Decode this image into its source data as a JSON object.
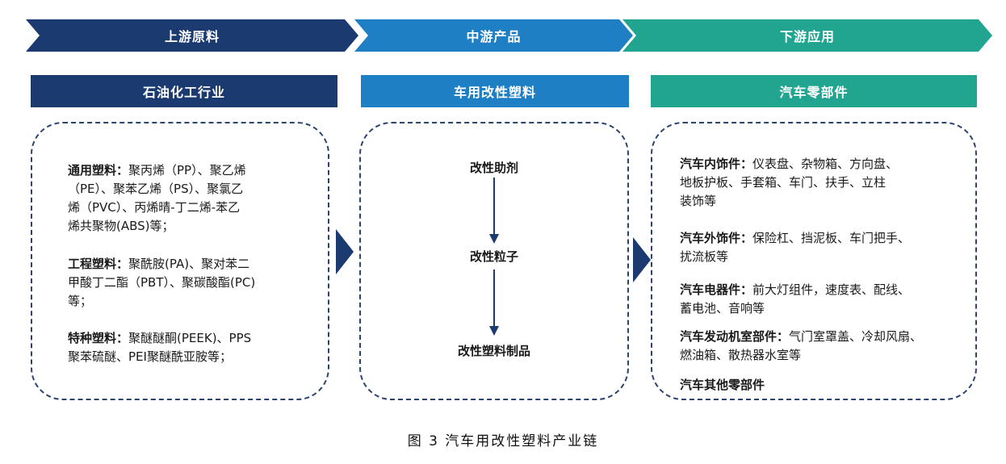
{
  "stages": {
    "upstream": "上游原料",
    "midstream": "中游产品",
    "downstream": "下游应用"
  },
  "headers": {
    "upstream": "石油化工行业",
    "midstream": "车用改性塑料",
    "downstream": "汽车零部件"
  },
  "upstream_items": [
    {
      "lead": "通用塑料：",
      "lines": [
        "聚丙烯（PP）、聚乙烯",
        "（PE）、聚苯乙烯（PS）、聚氯乙",
        "烯（PVC）、丙烯晴-丁二烯-苯乙",
        "烯共聚物(ABS)等；"
      ]
    },
    {
      "lead": "工程塑料：",
      "lines": [
        "聚酰胺(PA)、聚对苯二",
        "甲酸丁二酯（PBT）、聚碳酸酯(PC)",
        "等；"
      ]
    },
    {
      "lead": "特种塑料：",
      "lines": [
        "聚醚醚酮(PEEK)、PPS",
        "聚苯硫醚、PEI聚醚酰亚胺等；"
      ]
    }
  ],
  "midstream_flow": [
    "改性助剂",
    "改性粒子",
    "改性塑料制品"
  ],
  "downstream_items": [
    {
      "lead": "汽车内饰件：",
      "lines": [
        "仪表盘、杂物箱、方向盘、",
        "地板护板、手套箱、车门、扶手、立柱",
        "装饰等"
      ]
    },
    {
      "lead": "汽车外饰件：",
      "lines": [
        "保险杠、挡泥板、车门把手、",
        "扰流板等"
      ]
    },
    {
      "lead": "汽车电器件：",
      "lines": [
        "前大灯组件，速度表、配线、",
        "蓄电池、音响等"
      ]
    },
    {
      "lead": "汽车发动机室部件：",
      "lines": [
        "气门室罩盖、冷却风扇、",
        "燃油箱、散热器水室等"
      ]
    },
    {
      "lead": "汽车其他零部件",
      "lines": []
    }
  ],
  "caption": "图 3  汽车用改性塑料产业链",
  "colors": {
    "navy": "#1b3a70",
    "blue": "#1f7fc4",
    "teal": "#21a490"
  }
}
